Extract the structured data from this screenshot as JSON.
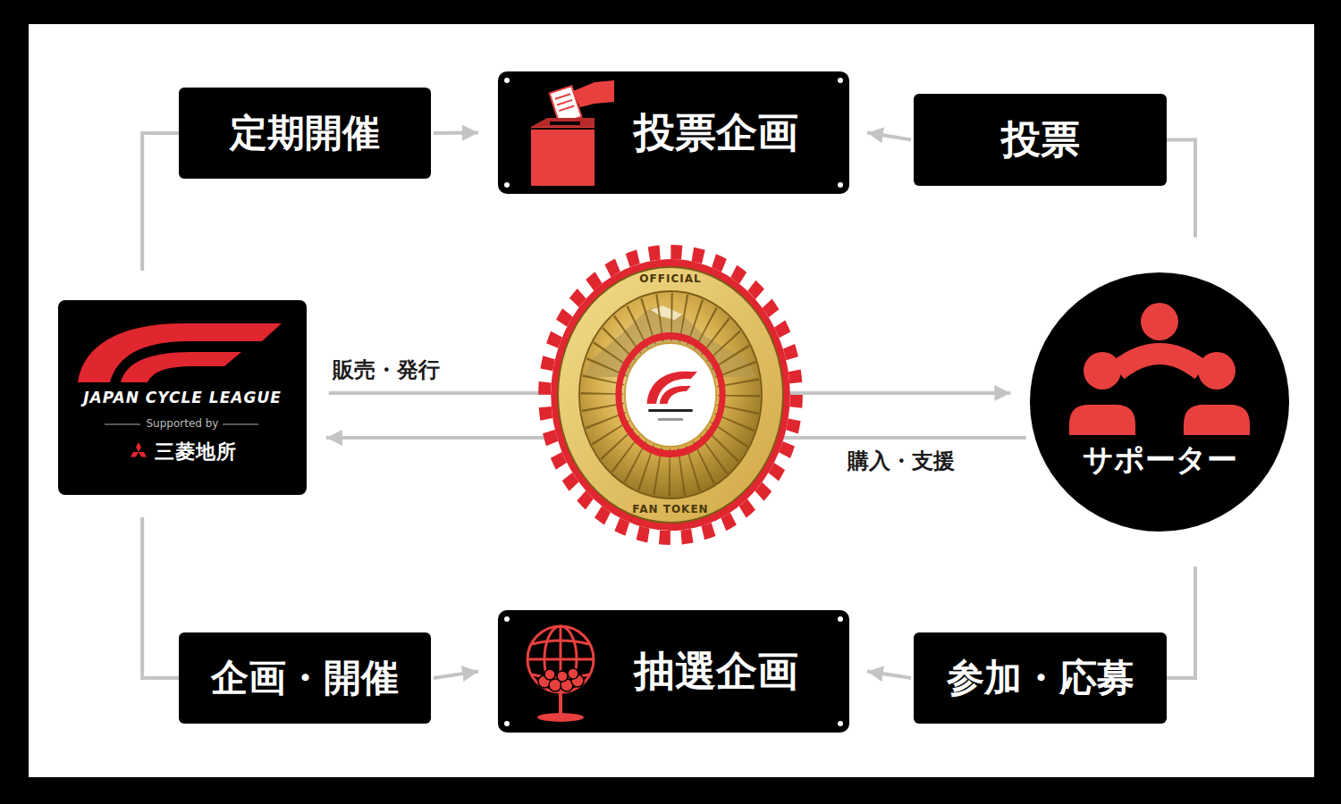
{
  "diagram": {
    "nodes": [
      {
        "text": [
          "定期開催"
        ]
      },
      {
        "text": [
          "投票企画"
        ]
      },
      {
        "text": [
          "投票"
        ]
      },
      {
        "text": [
          "JAPAN CYCLE LEAGUE",
          "Supported by",
          "三菱地所"
        ]
      },
      {
        "text": [
          "サポーター"
        ]
      },
      {
        "text": [
          "企画・開催"
        ]
      },
      {
        "text": [
          "抽選企画"
        ]
      },
      {
        "text": [
          "参加・応募"
        ]
      }
    ],
    "edges": [
      {
        "from": 3,
        "to": 0,
        "arrow": "none"
      },
      {
        "from": 0,
        "to": 1,
        "arrow": "to"
      },
      {
        "from": 4,
        "to": 2,
        "arrow": "none"
      },
      {
        "from": 2,
        "to": 1,
        "arrow": "to"
      },
      {
        "from": 3,
        "to": 5,
        "arrow": "none"
      },
      {
        "from": 5,
        "to": 6,
        "arrow": "to"
      },
      {
        "from": 4,
        "to": 7,
        "arrow": "none"
      },
      {
        "from": 7,
        "to": 6,
        "arrow": "to"
      },
      {
        "from": 3,
        "to": 4,
        "label": "販売・発行",
        "arrow": "to"
      },
      {
        "from": 4,
        "to": 3,
        "label": "購入・支援",
        "arrow": "to"
      }
    ],
    "labels": [
      "OFFICIAL",
      "FAN TOKEN"
    ]
  }
}
